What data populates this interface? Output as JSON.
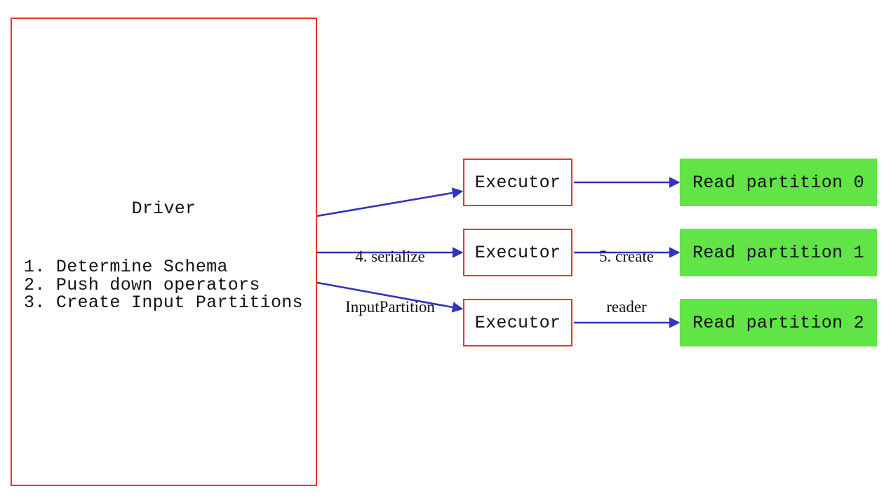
{
  "colors": {
    "box_border_red": "#ee3524",
    "partition_green": "#61e446",
    "arrow_blue": "#3232be",
    "text_black": "#111111",
    "background": "#ffffff"
  },
  "driver": {
    "title": "Driver",
    "steps": [
      "1. Determine Schema",
      "2. Push down operators",
      "3. Create Input Partitions"
    ]
  },
  "executors": [
    "Executor",
    "Executor",
    "Executor"
  ],
  "partitions": [
    "Read partition 0",
    "Read partition 1",
    "Read partition 2"
  ],
  "edge_labels": {
    "serialize": [
      "4. serialize",
      "InputPartition"
    ],
    "create_reader": [
      "5. create",
      "reader"
    ]
  }
}
